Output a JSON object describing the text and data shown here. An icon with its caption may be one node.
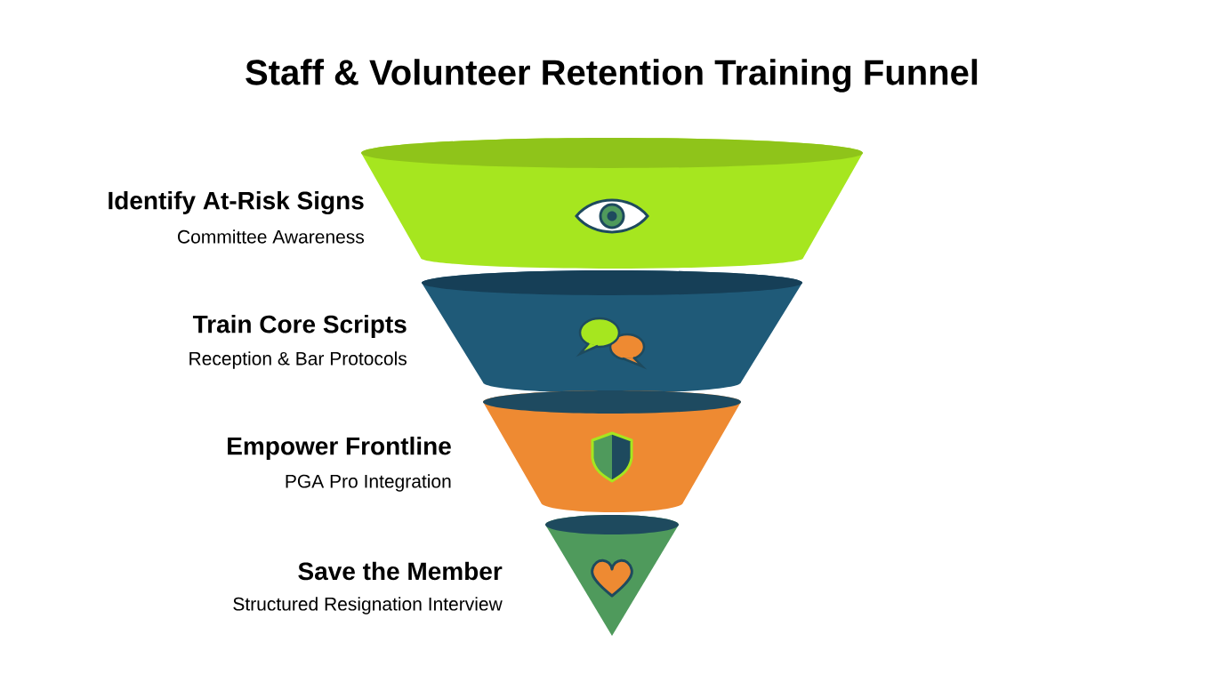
{
  "diagram": {
    "title": "Staff & Volunteer Retention Training Funnel",
    "nodes": [
      {
        "text": [
          "Identify At-Risk Signs",
          "Committee Awareness"
        ]
      },
      {
        "text": [
          "Train Core Scripts",
          "Reception & Bar Protocols"
        ]
      },
      {
        "text": [
          "Empower Frontline",
          "PGA Pro Integration"
        ]
      },
      {
        "text": [
          "Save the Member",
          "Structured Resignation Interview"
        ]
      }
    ]
  }
}
